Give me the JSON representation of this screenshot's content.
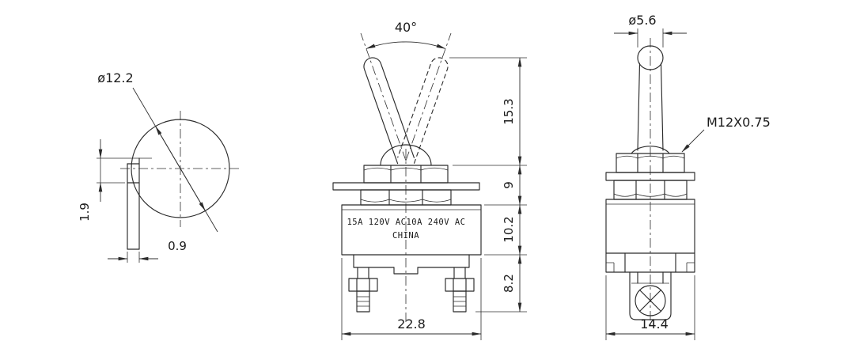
{
  "drawing": {
    "left_view": {
      "diameter": "ø12.2",
      "tab_height": "1.9",
      "tab_width": "0.9"
    },
    "front_view": {
      "throw_angle": "40°",
      "lever_height": "15.3",
      "bushing_height": "9",
      "body_height": "10.2",
      "terminal_height": "8.2",
      "body_width": "22.8",
      "rating_left": "15A 120V AC",
      "rating_right": "10A 240V AC",
      "origin": "CHINA"
    },
    "side_view": {
      "lever_diameter": "ø5.6",
      "thread_spec": "M12X0.75",
      "body_depth": "14.4"
    }
  },
  "colors": {
    "line": "#2b2b2b",
    "background": "#ffffff"
  }
}
